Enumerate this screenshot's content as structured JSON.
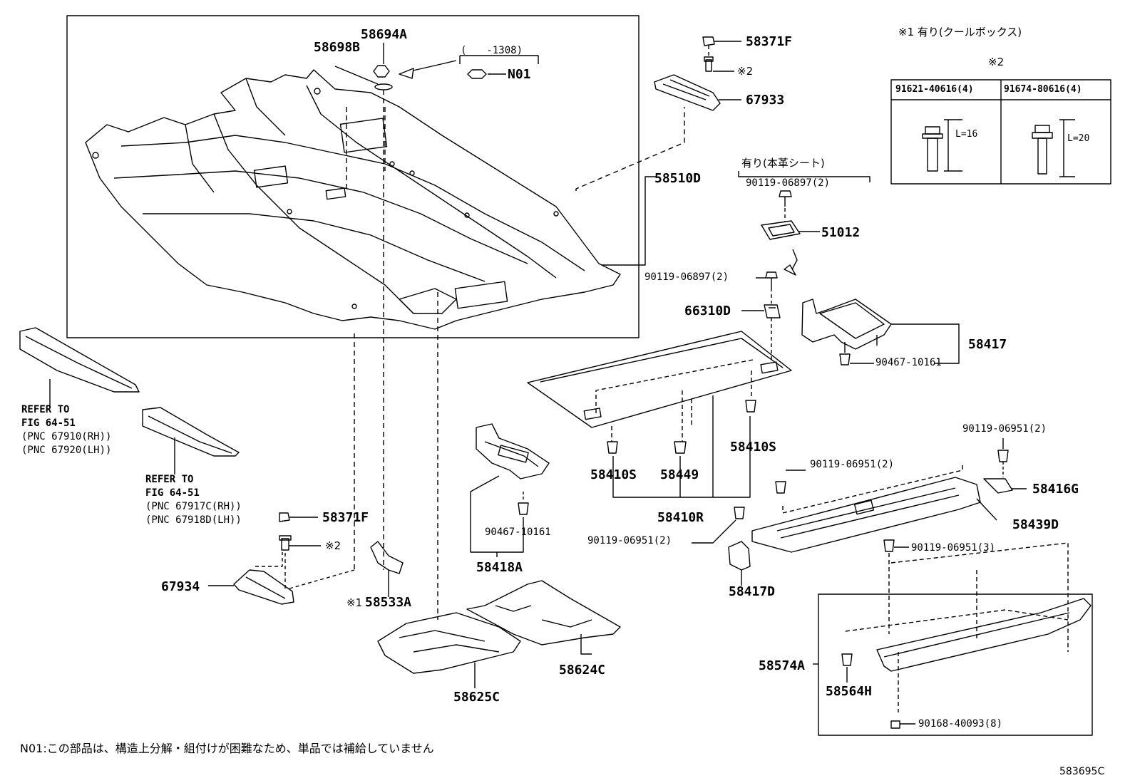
{
  "parts": {
    "p58694A": "58694A",
    "p58698B": "58698B",
    "p1308": "(　　-1308)",
    "pN01": "N01",
    "p58371F_top": "58371F",
    "mark2_top": "※2",
    "p67933": "67933",
    "p58510D": "58510D",
    "leather_note": "有り(本革シート)",
    "p90119_06897_a": "90119-06897(2)",
    "p51012": "51012",
    "p90119_06897_b": "90119-06897(2)",
    "p66310D": "66310D",
    "p58417": "58417",
    "p90467_10161_a": "90467-10161",
    "p58410S_right": "58410S",
    "p58410S_left": "58410S",
    "p58449": "58449",
    "p58410R": "58410R",
    "p90119_06951_a": "90119-06951(2)",
    "p90119_06951_b": "90119-06951(2)",
    "p58416G": "58416G",
    "p58439D": "58439D",
    "p90119_06951_c": "90119-06951(2)",
    "p58417D": "58417D",
    "p90119_06951_d": "90119-06951(3)",
    "p58574A": "58574A",
    "p58564H": "58564H",
    "p90168_40093": "90168-40093(8)",
    "p90467_10161_b": "90467-10161",
    "p58418A": "58418A",
    "p58624C": "58624C",
    "p58625C": "58625C",
    "p58533A": "58533A",
    "mark1": "※1",
    "p58371F_bottom": "58371F",
    "mark2_bottom": "※2",
    "p67934": "67934"
  },
  "refer1": {
    "line1": "REFER TO",
    "line2": "FIG 64-51",
    "line3": "(PNC 67910(RH))",
    "line4": "(PNC 67920(LH))"
  },
  "refer2": {
    "line1": "REFER TO",
    "line2": "FIG 64-51",
    "line3": "(PNC 67917C(RH))",
    "line4": "(PNC 67918D(LH))"
  },
  "legend": {
    "note1": "※1 有り(クールボックス)",
    "note2": "※2",
    "col1_part": "91621-40616(4)",
    "col2_part": "91674-80616(4)",
    "col1_len": "L=16",
    "col2_len": "L=20"
  },
  "footer": {
    "note": "N01:この部品は、構造上分解・組付けが困難なため、単品では補給していません",
    "code": "583695C"
  }
}
